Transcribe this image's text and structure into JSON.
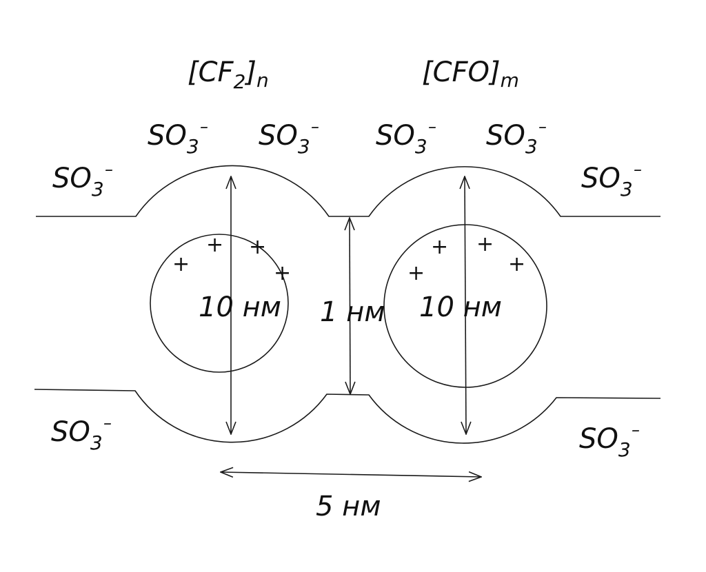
{
  "formula_left": {
    "main": "[CF",
    "sub": "2",
    "close": "]",
    "index": "n"
  },
  "formula_right": {
    "main": "[CFO]",
    "index": "m"
  },
  "sulfonate": {
    "base": "SO",
    "sub": "3",
    "charge": "–"
  },
  "plus_sign": "+",
  "dims": {
    "pore_left": "10 нм",
    "pore_right": "10 нм",
    "channel": "1 нм",
    "spacing": "5 нм"
  }
}
